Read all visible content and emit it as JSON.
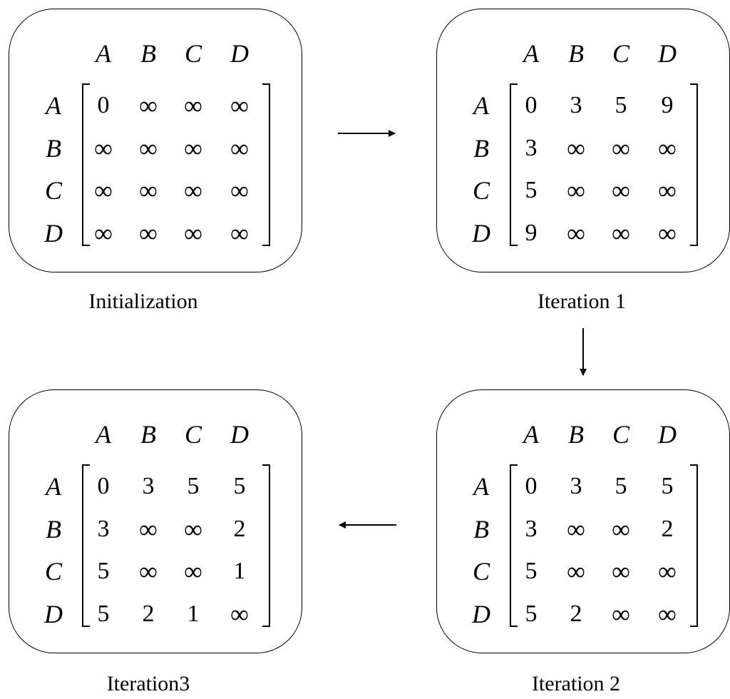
{
  "column_headers": [
    "A",
    "B",
    "C",
    "D"
  ],
  "row_headers": [
    "A",
    "B",
    "C",
    "D"
  ],
  "panels": [
    {
      "id": "initialization",
      "caption": "Initialization",
      "matrix": [
        [
          "0",
          "∞",
          "∞",
          "∞"
        ],
        [
          "∞",
          "∞",
          "∞",
          "∞"
        ],
        [
          "∞",
          "∞",
          "∞",
          "∞"
        ],
        [
          "∞",
          "∞",
          "∞",
          "∞"
        ]
      ]
    },
    {
      "id": "iteration-1",
      "caption": "Iteration 1",
      "matrix": [
        [
          "0",
          "3",
          "5",
          "9"
        ],
        [
          "3",
          "∞",
          "∞",
          "∞"
        ],
        [
          "5",
          "∞",
          "∞",
          "∞"
        ],
        [
          "9",
          "∞",
          "∞",
          "∞"
        ]
      ]
    },
    {
      "id": "iteration-2",
      "caption": "Iteration 2",
      "matrix": [
        [
          "0",
          "3",
          "5",
          "5"
        ],
        [
          "3",
          "∞",
          "∞",
          "2"
        ],
        [
          "5",
          "∞",
          "∞",
          "∞"
        ],
        [
          "5",
          "2",
          "∞",
          "∞"
        ]
      ]
    },
    {
      "id": "iteration-3",
      "caption": "Iteration3",
      "matrix": [
        [
          "0",
          "3",
          "5",
          "5"
        ],
        [
          "3",
          "∞",
          "∞",
          "2"
        ],
        [
          "5",
          "∞",
          "∞",
          "1"
        ],
        [
          "5",
          "2",
          "1",
          "∞"
        ]
      ]
    }
  ],
  "arrows": [
    {
      "from": "initialization",
      "to": "iteration-1",
      "direction": "right"
    },
    {
      "from": "iteration-1",
      "to": "iteration-2",
      "direction": "down"
    },
    {
      "from": "iteration-2",
      "to": "iteration-3",
      "direction": "left"
    }
  ]
}
